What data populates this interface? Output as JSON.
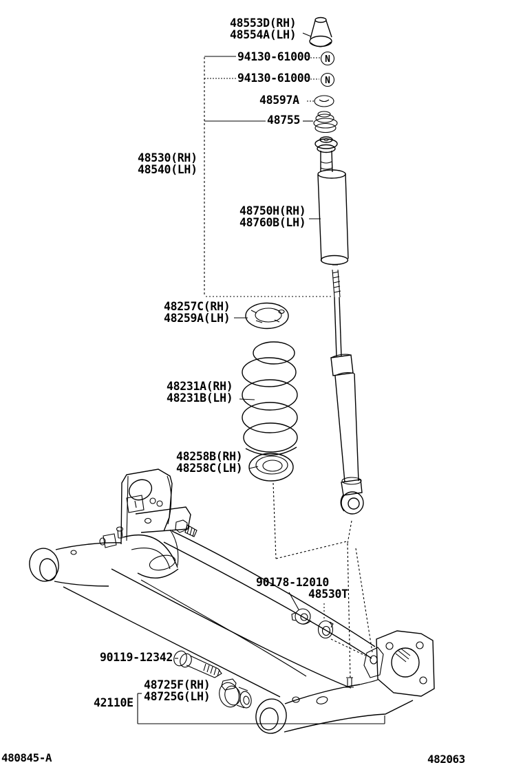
{
  "symbols": {
    "nut_marker": "N"
  },
  "footer": {
    "left_code": "480845-A",
    "right_code": "482063"
  },
  "colors": {
    "ink": "#000000",
    "background": "#ffffff"
  },
  "callouts": {
    "bump_stop": {
      "lines": [
        "48553D(RH)",
        "48554A(LH)"
      ]
    },
    "nut_upper_1": {
      "lines": [
        "94130-61000"
      ]
    },
    "nut_upper_2": {
      "lines": [
        "94130-61000"
      ]
    },
    "washer": {
      "lines": [
        "48597A"
      ]
    },
    "support": {
      "lines": [
        "48755"
      ]
    },
    "shock_absorber_assy": {
      "lines": [
        "48530(RH)",
        "48540(LH)"
      ]
    },
    "dust_cover": {
      "lines": [
        "48750H(RH)",
        "48760B(LH)"
      ]
    },
    "spring_upper_seat": {
      "lines": [
        "48257C(RH)",
        "48259A(LH)"
      ]
    },
    "coil_spring": {
      "lines": [
        "48231A(RH)",
        "48231B(LH)"
      ]
    },
    "spring_lower_insulator": {
      "lines": [
        "48258B(RH)",
        "48258C(LH)"
      ]
    },
    "nut_lower": {
      "lines": [
        "90178-12010"
      ]
    },
    "washer_t": {
      "lines": [
        "48530T"
      ]
    },
    "bolt": {
      "lines": [
        "90119-12342"
      ]
    },
    "bushing": {
      "lines": [
        "48725F(RH)",
        "48725G(LH)"
      ]
    },
    "axle_beam": {
      "lines": [
        "42110E"
      ]
    }
  }
}
